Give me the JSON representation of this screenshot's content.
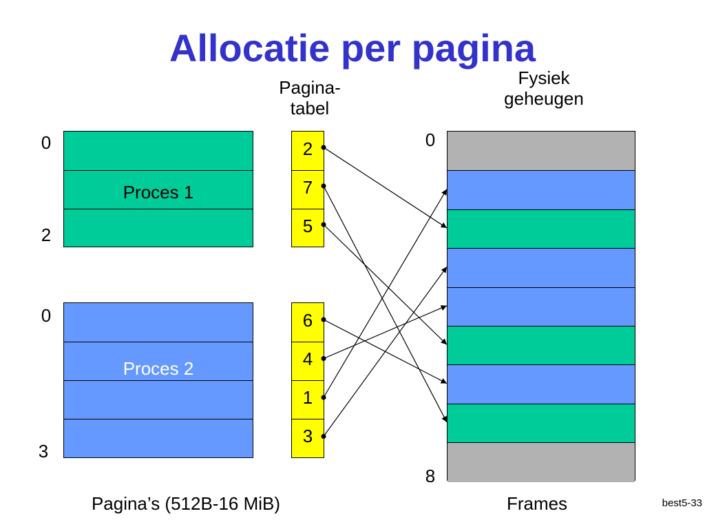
{
  "title": "Allocatie per pagina",
  "pagetable_label": "Pagina-\ntabel",
  "physical_label": "Fysiek\ngeheugen",
  "process1": {
    "label": "Proces 1",
    "start_label": "0",
    "end_label": "2",
    "page_table": [
      "2",
      "7",
      "5"
    ]
  },
  "process2": {
    "label": "Proces 2",
    "start_label": "0",
    "end_label": "3",
    "page_table": [
      "6",
      "4",
      "1",
      "3"
    ]
  },
  "frames": {
    "start_label": "0",
    "end_label": "8",
    "colors": [
      "gray",
      "blue",
      "green",
      "blue",
      "blue",
      "green",
      "blue",
      "green",
      "gray"
    ]
  },
  "pages_caption": "Pagina’s (512B-16 MiB)",
  "frames_caption": "Frames",
  "slide_number": "best5-33",
  "colors": {
    "title": "#3333cc",
    "process1": "#00cc99",
    "process2": "#6699ff",
    "page_table": "#ffff00",
    "free_frame": "#b2b2b2"
  }
}
